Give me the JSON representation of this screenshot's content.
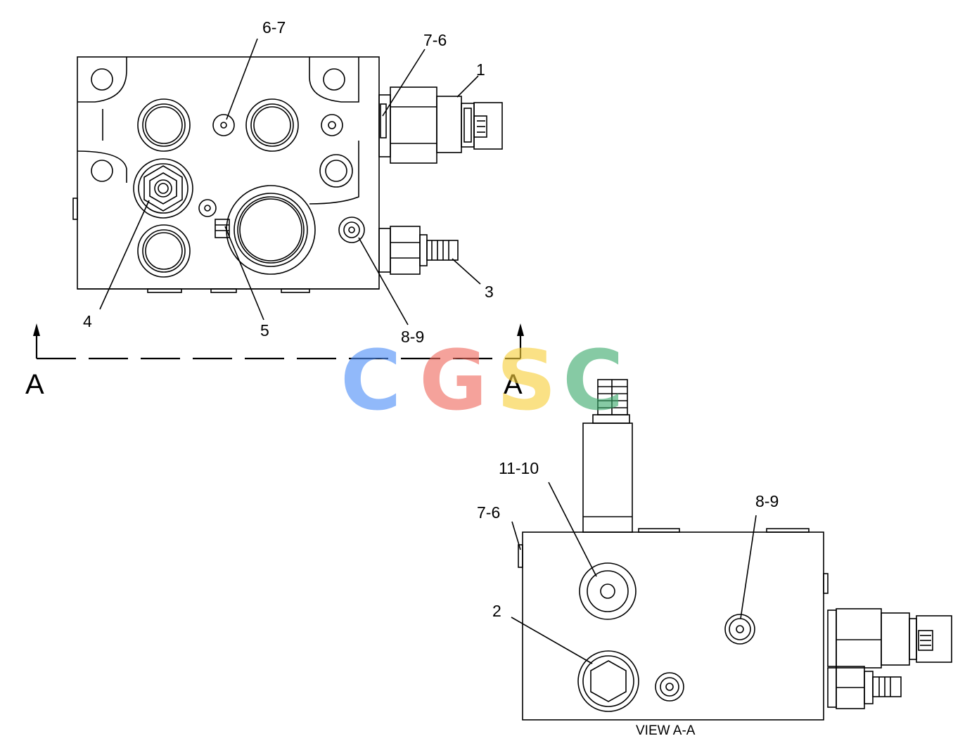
{
  "diagram": {
    "labels": {
      "l67": "6-7",
      "l76_top": "7-6",
      "l1": "1",
      "l3": "3",
      "l4": "4",
      "l5": "5",
      "l89_top": "8-9",
      "l1110": "11-10",
      "l76_bottom": "7-6",
      "l89_bottom": "8-9",
      "l2": "2"
    },
    "section_marks": {
      "left": "A",
      "right": "A"
    },
    "view_caption": "VIEW A-A"
  },
  "watermark": {
    "letters": [
      "C",
      "G",
      "S",
      "C"
    ],
    "colors": [
      "#4f8ff7",
      "#f06a5e",
      "#f7cf3c",
      "#3dab6d"
    ]
  }
}
